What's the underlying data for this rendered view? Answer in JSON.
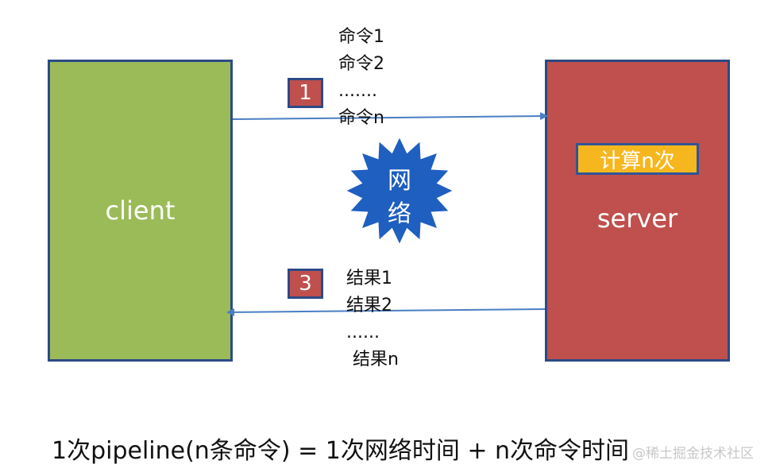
{
  "diagram": {
    "client_label": "client",
    "server_label": "server",
    "server_badge": "计算n次",
    "step_send": "1",
    "step_return": "3",
    "network": [
      "网",
      "络"
    ],
    "commands": [
      "命令1",
      "命令2",
      ".......",
      "命令n"
    ],
    "results": [
      "结果1",
      "结果2",
      "......",
      "结果n"
    ],
    "formula": "1次pipeline(n条命令) = 1次网络时间 + n次命令时间",
    "watermark": "@稀土掘金技术社区"
  },
  "colors": {
    "client": "#9bbb59",
    "server": "#c0504d",
    "badge": "#f6b71e",
    "border": "#2c4a86",
    "network": "#1f5fbf",
    "arrow": "#4a7ec4"
  }
}
